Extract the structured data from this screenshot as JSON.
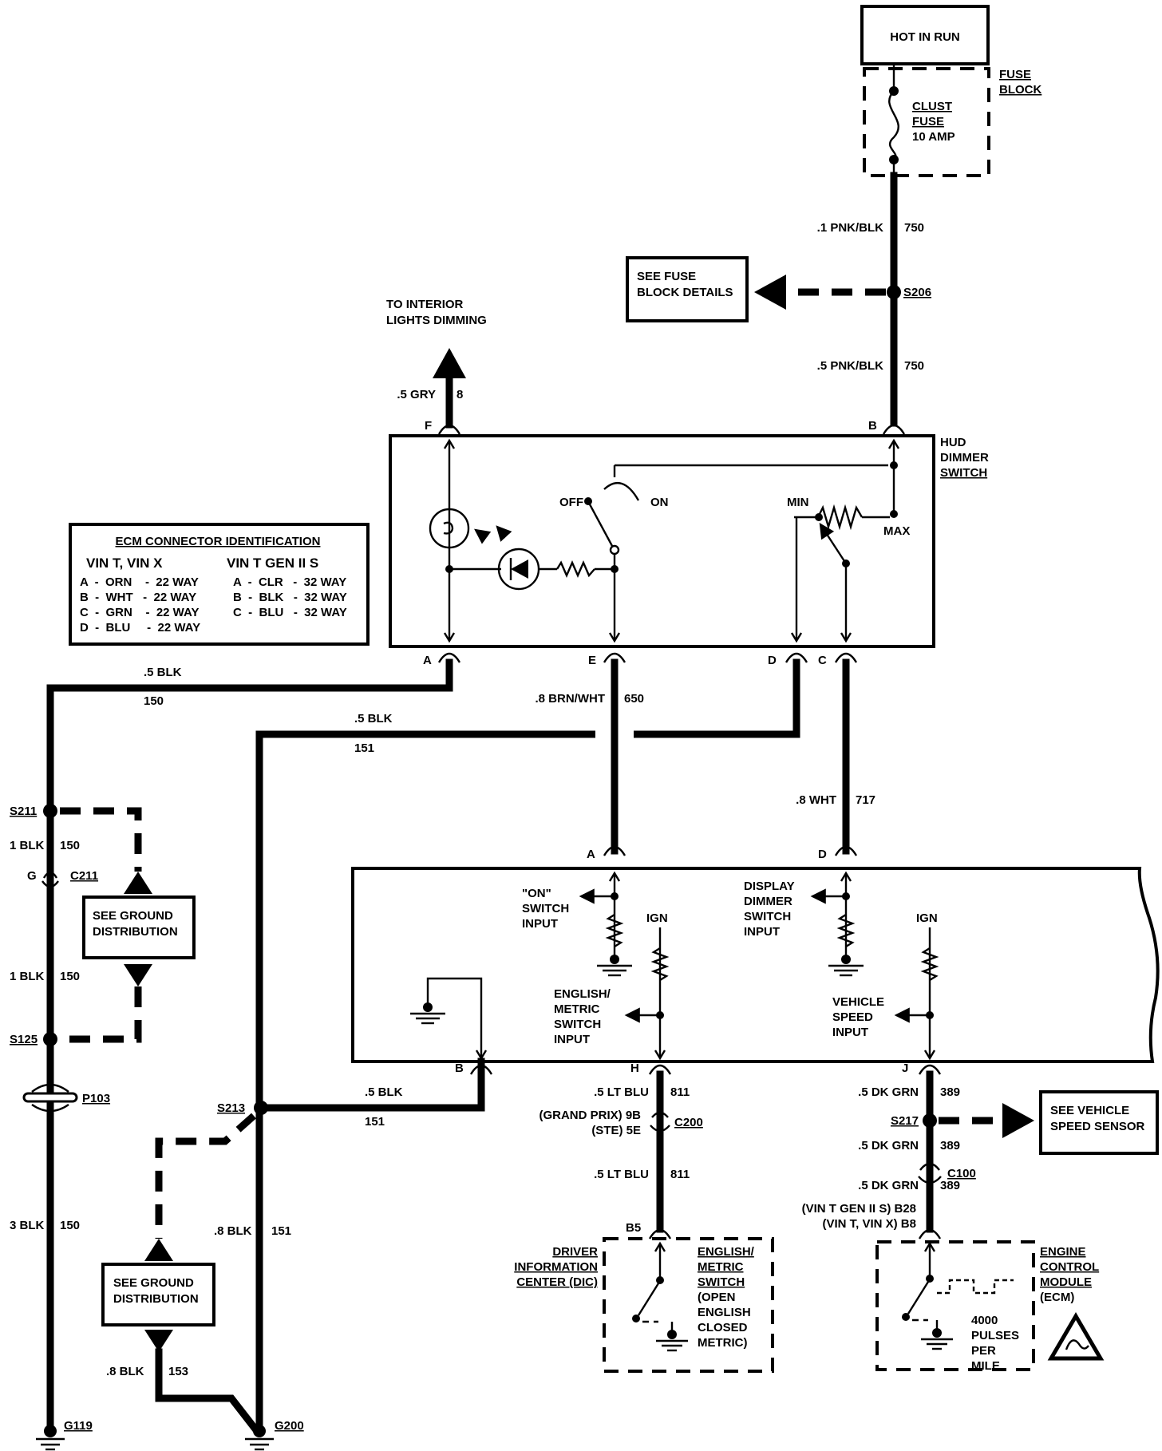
{
  "power": {
    "hot_in_run": "HOT IN RUN",
    "fuse_block": [
      "FUSE",
      "BLOCK"
    ],
    "fuse": [
      "CLUST",
      "FUSE",
      "10 AMP"
    ]
  },
  "wires": {
    "w750a": ".1 PNK/BLK",
    "w750a_num": "750",
    "w750b": ".5 PNK/BLK",
    "w750b_num": "750",
    "w8": ".5 GRY",
    "w8_num": "8",
    "w150a": ".5 BLK",
    "w150a_num": "150",
    "w151a": ".5 BLK",
    "w151a_num": "151",
    "w650": ".8 BRN/WHT",
    "w650_num": "650",
    "w717": ".8 WHT",
    "w717_num": "717",
    "w150b": "1 BLK",
    "w150b_num": "150",
    "w150c": "1 BLK",
    "w150c_num": "150",
    "w150d": "3 BLK",
    "w150d_num": "150",
    "w151b": ".5 BLK",
    "w151b_num": "151",
    "w151c": ".8 BLK",
    "w151c_num": "151",
    "w153": ".8 BLK",
    "w153_num": "153",
    "w811a": ".5 LT BLU",
    "w811a_num": "811",
    "w811b": ".5 LT BLU",
    "w811b_num": "811",
    "w389a": ".5 DK GRN",
    "w389a_num": "389",
    "w389b": ".5 DK GRN",
    "w389b_num": "389",
    "w389c": ".5 DK GRN",
    "w389c_num": "389"
  },
  "splices": {
    "s206": "S206",
    "s211": "S211",
    "s125": "S125",
    "s213": "S213",
    "s217": "S217",
    "p103": "P103",
    "c211": "C211",
    "c211_pin": "G",
    "c200": "C200",
    "c100": "C100",
    "g119": "G119",
    "g200": "G200"
  },
  "refs": {
    "fuse_details": [
      "SEE FUSE",
      "BLOCK DETAILS"
    ],
    "interior": [
      "TO INTERIOR",
      "LIGHTS DIMMING"
    ],
    "ground1": [
      "SEE GROUND",
      "DISTRIBUTION"
    ],
    "ground2": [
      "SEE GROUND",
      "DISTRIBUTION"
    ],
    "vss": [
      "SEE VEHICLE",
      "SPEED SENSOR"
    ]
  },
  "hud": {
    "title": [
      "HUD",
      "DIMMER",
      "SWITCH"
    ],
    "pins": {
      "f": "F",
      "b": "B",
      "a": "A",
      "e": "E",
      "d": "D",
      "c": "C"
    },
    "off": "OFF",
    "on": "ON",
    "min": "MIN",
    "max": "MAX"
  },
  "ecm_id": {
    "title": "ECM CONNECTOR IDENTIFICATION",
    "col1_head": "VIN T, VIN X",
    "col2_head": "VIN T  GEN II S",
    "col1": [
      "A  -  ORN    -  22 WAY",
      "B  -  WHT   -  22 WAY",
      "C  -  GRN    -  22 WAY",
      "D  -  BLU     -  22 WAY"
    ],
    "col2": [
      "A  -  CLR   -  32 WAY",
      "B  -  BLK   -  32 WAY",
      "C  -  BLU   -  32 WAY"
    ]
  },
  "cluster": {
    "pins": {
      "a": "A",
      "d": "D",
      "b": "B",
      "h": "H",
      "j": "J"
    },
    "on_input": [
      "\"ON\"",
      "SWITCH",
      "INPUT"
    ],
    "dimmer_input": [
      "DISPLAY",
      "DIMMER",
      "SWITCH",
      "INPUT"
    ],
    "eng_input": [
      "ENGLISH/",
      "METRIC",
      "SWITCH",
      "INPUT"
    ],
    "vss_input": [
      "VEHICLE",
      "SPEED",
      "INPUT"
    ],
    "ign1": "IGN",
    "ign2": "IGN"
  },
  "c200_notes": {
    "gp": "(GRAND PRIX)  9B",
    "ste": "(STE)  5E"
  },
  "dic": {
    "title": [
      "DRIVER",
      "INFORMATION",
      "CENTER (DIC)"
    ],
    "pin": "B5",
    "switch": [
      "ENGLISH/",
      "METRIC",
      "SWITCH",
      "(OPEN",
      "ENGLISH",
      "CLOSED",
      "METRIC)"
    ]
  },
  "ecm": {
    "title": [
      "ENGINE",
      "CONTROL",
      "MODULE",
      "(ECM)"
    ],
    "pin_gen2": "(VIN T  GEN II S)  B28",
    "pin_vin": "(VIN T, VIN X)  B8",
    "pulses": [
      "4000",
      "PULSES",
      "PER",
      "MILE"
    ]
  }
}
